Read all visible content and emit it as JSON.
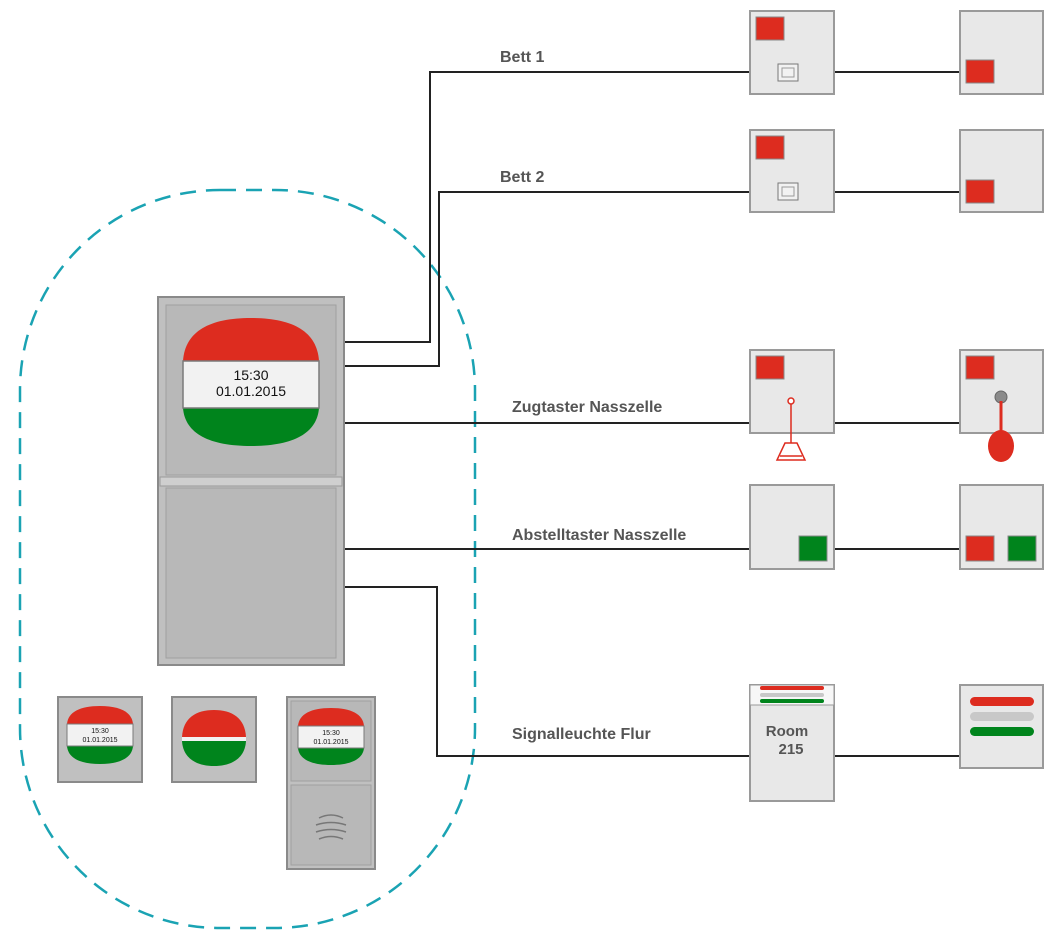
{
  "lines": {
    "bed1": "Bett 1",
    "bed2": "Bett 2",
    "pull_switch": "Zugtaster Nasszelle",
    "cancel_switch": "Abstelltaster Nasszelle",
    "corridor_light": "Signalleuchte Flur"
  },
  "terminal": {
    "time": "15:30",
    "date": "01.01.2015"
  },
  "room_light": {
    "label": "Room",
    "number": "215"
  },
  "colors": {
    "red": "#dd2c1f",
    "green": "#00841c",
    "panel_gray": "#c0c0c0",
    "device_gray": "#e8e8e8",
    "dashed_outline": "#1aa3b3"
  }
}
